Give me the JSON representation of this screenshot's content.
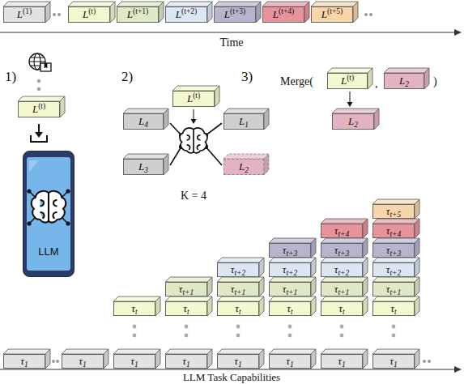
{
  "diagram": {
    "nodes": [
      {
        "text": [
          "L(1)"
        ]
      },
      {
        "text": [
          "L(t)"
        ]
      },
      {
        "text": [
          "L(t+1)"
        ]
      },
      {
        "text": [
          "L(t+2)"
        ]
      },
      {
        "text": [
          "L(t+3)"
        ]
      },
      {
        "text": [
          "L(t+4)"
        ]
      },
      {
        "text": [
          "L(t+5)"
        ]
      },
      {
        "text": [
          "L(t)"
        ]
      },
      {
        "text": [
          "LLM"
        ]
      },
      {
        "text": [
          "L(t)"
        ]
      },
      {
        "text": [
          "L4"
        ]
      },
      {
        "text": [
          "L1"
        ]
      },
      {
        "text": [
          "L3"
        ]
      },
      {
        "text": [
          "L2"
        ]
      },
      {
        "text": [
          "L(t)"
        ]
      },
      {
        "text": [
          "L2"
        ]
      },
      {
        "text": [
          "L2"
        ]
      },
      {
        "text": [
          "τt+5"
        ]
      },
      {
        "text": [
          "τt+4"
        ]
      },
      {
        "text": [
          "τt+4"
        ]
      },
      {
        "text": [
          "τt+3"
        ]
      },
      {
        "text": [
          "τt+3"
        ]
      },
      {
        "text": [
          "τt+3"
        ]
      },
      {
        "text": [
          "τt+2"
        ]
      },
      {
        "text": [
          "τt+2"
        ]
      },
      {
        "text": [
          "τt+2"
        ]
      },
      {
        "text": [
          "τt+2"
        ]
      },
      {
        "text": [
          "τt+1"
        ]
      },
      {
        "text": [
          "τt+1"
        ]
      },
      {
        "text": [
          "τt+1"
        ]
      },
      {
        "text": [
          "τt+1"
        ]
      },
      {
        "text": [
          "τt+1"
        ]
      },
      {
        "text": [
          "τt"
        ]
      },
      {
        "text": [
          "τt"
        ]
      },
      {
        "text": [
          "τt"
        ]
      },
      {
        "text": [
          "τt"
        ]
      },
      {
        "text": [
          "τt"
        ]
      },
      {
        "text": [
          "τt"
        ]
      },
      {
        "text": [
          "τ1"
        ]
      },
      {
        "text": [
          "τ1"
        ]
      },
      {
        "text": [
          "τ1"
        ]
      },
      {
        "text": [
          "τ1"
        ]
      },
      {
        "text": [
          "τ1"
        ]
      },
      {
        "text": [
          "τ1"
        ]
      },
      {
        "text": [
          "τ1"
        ]
      },
      {
        "text": [
          "τ1"
        ]
      }
    ],
    "edges": [
      {
        "from": 14,
        "to": 16,
        "arrow": "to"
      }
    ],
    "labels": [
      "1)",
      "2)",
      "3)",
      "K = 4",
      "Merge(",
      ",",
      ")",
      "Time",
      "LLM Task Capabilities"
    ]
  }
}
